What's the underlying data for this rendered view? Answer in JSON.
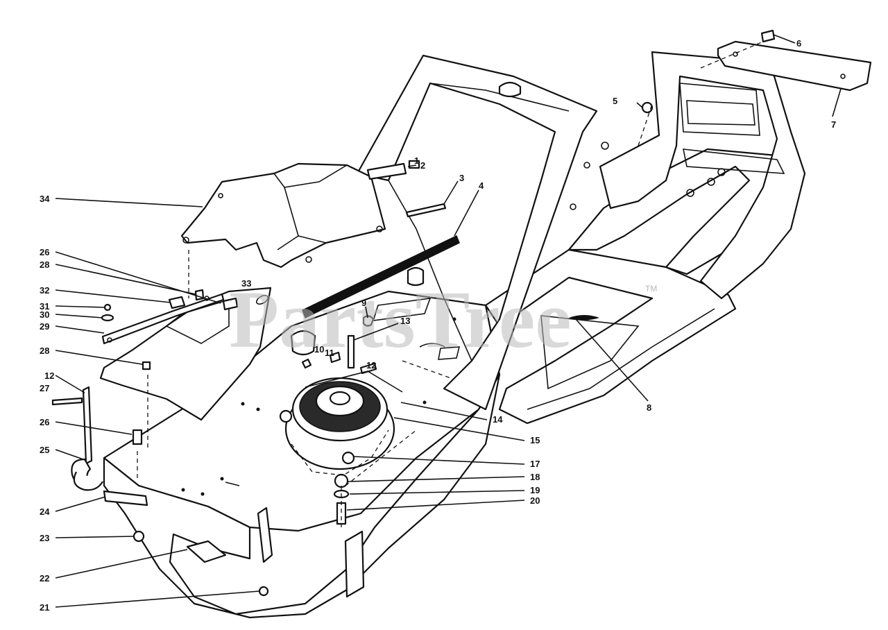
{
  "watermark": {
    "text": "PartsTree",
    "trademark": "TM"
  },
  "callouts": [
    {
      "id": "c1",
      "label": "1"
    },
    {
      "id": "c2",
      "label": "2"
    },
    {
      "id": "c3",
      "label": "3"
    },
    {
      "id": "c4",
      "label": "4"
    },
    {
      "id": "c5",
      "label": "5"
    },
    {
      "id": "c6",
      "label": "6"
    },
    {
      "id": "c7",
      "label": "7"
    },
    {
      "id": "c8",
      "label": "8"
    },
    {
      "id": "c9",
      "label": "9"
    },
    {
      "id": "c10",
      "label": "10"
    },
    {
      "id": "c11",
      "label": "11"
    },
    {
      "id": "c12a",
      "label": "12"
    },
    {
      "id": "c12b",
      "label": "12"
    },
    {
      "id": "c13",
      "label": "13"
    },
    {
      "id": "c14",
      "label": "14"
    },
    {
      "id": "c15",
      "label": "15"
    },
    {
      "id": "c17",
      "label": "17"
    },
    {
      "id": "c18",
      "label": "18"
    },
    {
      "id": "c19",
      "label": "19"
    },
    {
      "id": "c20",
      "label": "20"
    },
    {
      "id": "c21",
      "label": "21"
    },
    {
      "id": "c22",
      "label": "22"
    },
    {
      "id": "c23",
      "label": "23"
    },
    {
      "id": "c24",
      "label": "24"
    },
    {
      "id": "c25",
      "label": "25"
    },
    {
      "id": "c26a",
      "label": "26"
    },
    {
      "id": "c26b",
      "label": "26"
    },
    {
      "id": "c27",
      "label": "27"
    },
    {
      "id": "c28a",
      "label": "28"
    },
    {
      "id": "c28b",
      "label": "28"
    },
    {
      "id": "c29",
      "label": "29"
    },
    {
      "id": "c30",
      "label": "30"
    },
    {
      "id": "c31",
      "label": "31"
    },
    {
      "id": "c32",
      "label": "32"
    },
    {
      "id": "c33",
      "label": "33"
    },
    {
      "id": "c34",
      "label": "34"
    }
  ]
}
